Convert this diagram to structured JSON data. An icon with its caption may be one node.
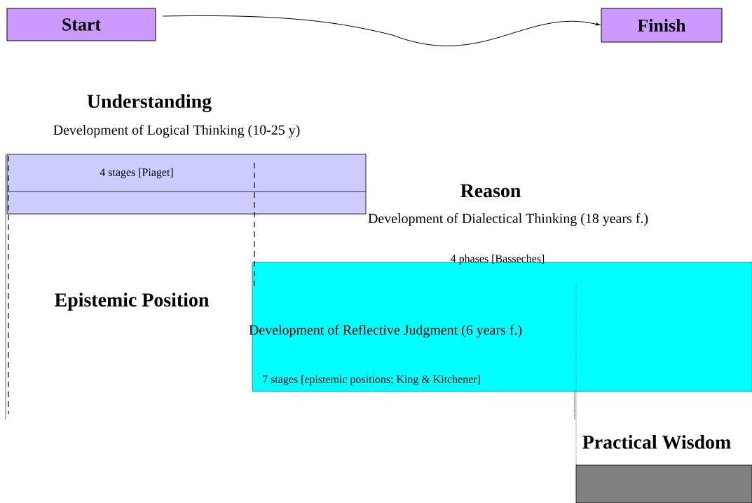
{
  "diagram": {
    "nodes": [
      {
        "text": [
          "Start"
        ]
      },
      {
        "text": [
          "Finish"
        ]
      },
      {
        "text": [
          "Understanding",
          "Development of Logical Thinking (10-25 y)",
          "4 stages [Piaget]"
        ]
      },
      {
        "text": [
          "Reason",
          "Development of Dialectical Thinking (18 years f.)",
          "4 phases [Basseches]"
        ]
      },
      {
        "text": [
          "Practical Wisdom"
        ]
      }
    ],
    "edges": [
      {
        "from": 0,
        "to": 1,
        "arrow": "to"
      }
    ],
    "labels": [
      "Epistemic Position",
      "Development of Reflective Judgment (6 years f.)",
      "7 stages [epistemic positions; King & Kitchener]"
    ]
  }
}
